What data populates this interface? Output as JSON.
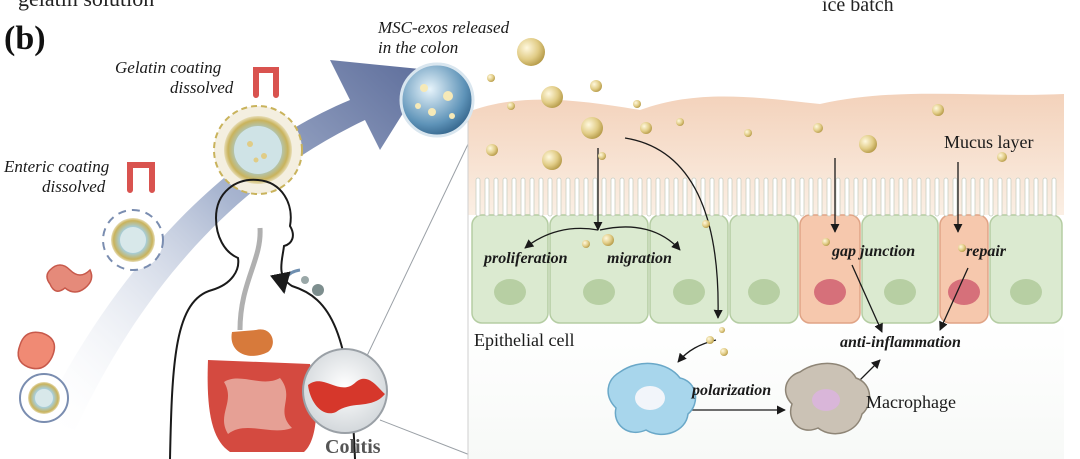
{
  "panel": {
    "label": "(b)"
  },
  "top_fragments": {
    "left_text": "gelatin solution",
    "right_text": "ice batch"
  },
  "delivery": {
    "released_line1": "MSC-exos released",
    "released_line2": "in the colon",
    "gelatin_line1": "Gelatin coating",
    "gelatin_line2": "dissolved",
    "enteric_line1": "Enteric coating",
    "enteric_line2": "dissolved",
    "colitis": "Colitis"
  },
  "tissue": {
    "mucus_layer": "Mucus layer",
    "epithelial_cell": "Epithelial cell",
    "proliferation": "proliferation",
    "migration": "migration",
    "gap_junction": "gap junction",
    "repair": "repair",
    "anti_inflammation": "anti-inflammation",
    "polarization": "polarization",
    "macrophage": "Macrophage"
  },
  "colors": {
    "mucus_top": "#f6d9c4",
    "mucus_bottom": "#fbeee3",
    "epithelium": "#dbe9cf",
    "epithelium_dark": "#b9d1a6",
    "arrow_blue": "#5c6f9e",
    "exosome_gold": "#d8c27a",
    "macrophage_blue": "#9fd0e6",
    "macrophage_grey": "#c9c0b3",
    "colon_red": "#d23a2e"
  }
}
